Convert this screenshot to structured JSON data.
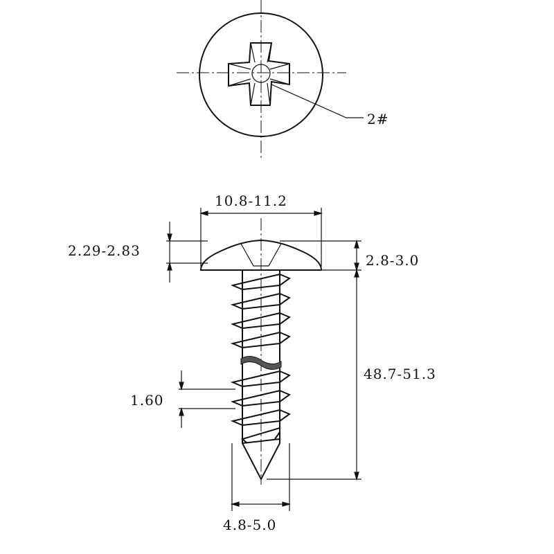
{
  "title": "Phillips truss head self-tapping screw drawing",
  "labels": {
    "drive": "2#",
    "head_diameter": "10.8-11.2",
    "head_height_left": "2.29-2.83",
    "head_height_right": "2.8-3.0",
    "length": "48.7-51.3",
    "thread_pitch": "1.60",
    "thread_diameter": "4.8-5.0"
  },
  "colors": {
    "line": "#111111",
    "background": "#ffffff"
  }
}
